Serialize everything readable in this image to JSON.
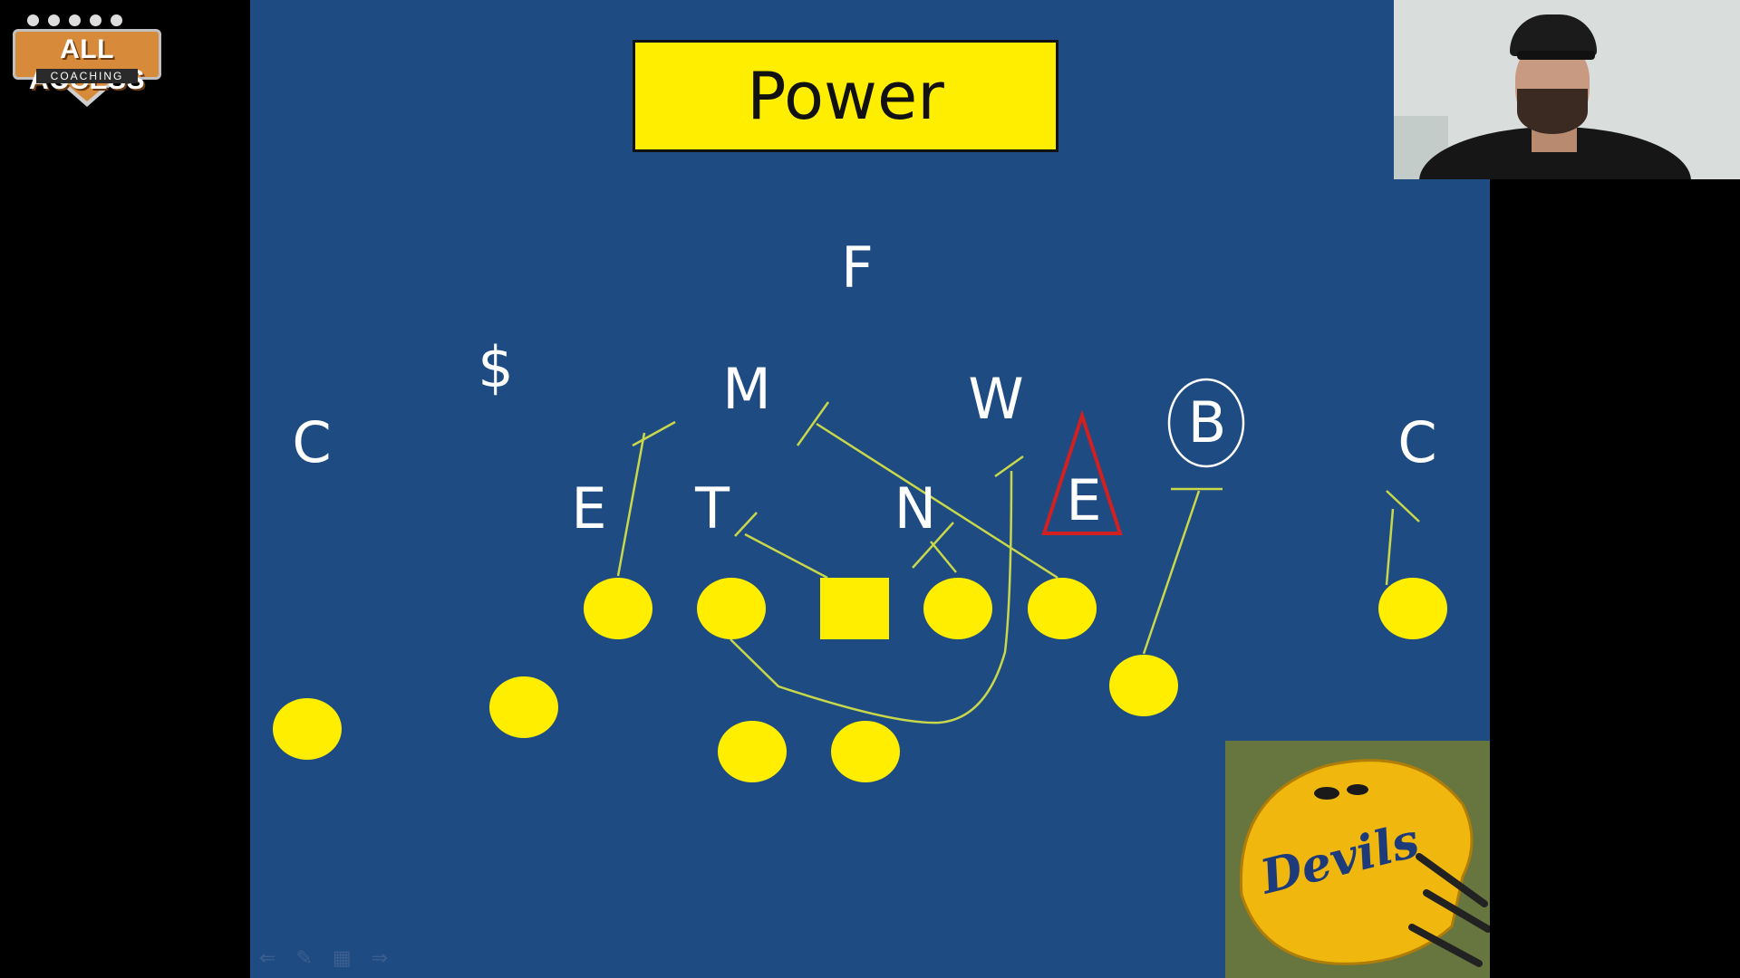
{
  "logo": {
    "line1": "ALL ACCESS",
    "line2": "COACHING"
  },
  "title": "Power",
  "defense": {
    "F": "F",
    "S": "$",
    "C_left": "C",
    "C_right": "C",
    "M": "M",
    "W": "W",
    "E_left": "E",
    "T": "T",
    "N": "N",
    "E_right": "E",
    "B": "B"
  },
  "helmet_text": "Devils",
  "colors": {
    "slide_bg": "#1e4b82",
    "player": "#ffee00",
    "assignment_line": "#c8d84a",
    "triangle": "#d22020",
    "circle": "#ffffff",
    "title_bg": "#ffee00"
  },
  "nav_icons": [
    "back-arrow-icon",
    "pen-icon",
    "slides-icon",
    "forward-arrow-icon"
  ]
}
